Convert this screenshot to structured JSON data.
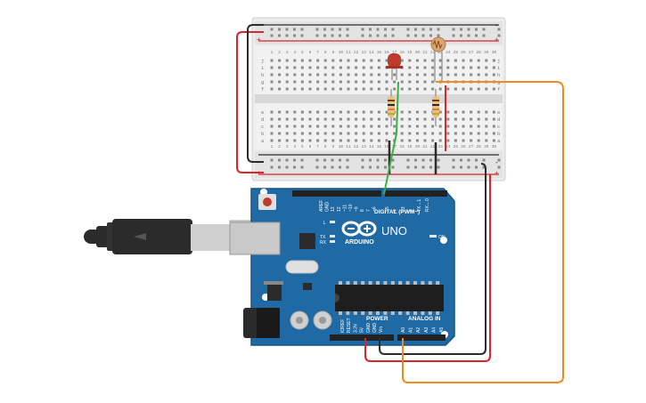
{
  "board": {
    "brand": "ARDUINO",
    "model": "UNO",
    "digital_label": "DIGITAL (PWM~)",
    "power_label": "POWER",
    "analog_label": "ANALOG IN",
    "on_label": "ON",
    "tx_label": "TX",
    "rx_label": "RX",
    "l_label": "L",
    "digital_pins": [
      "AREF",
      "GND",
      "13",
      "12",
      "~11",
      "~10",
      "~9",
      "8",
      "7",
      "~6",
      "~5",
      "4",
      "~3",
      "2",
      "TX→1",
      "RX←0"
    ],
    "power_pins": [
      "IOREF",
      "RESET",
      "3.3V",
      "5V",
      "GND",
      "GND",
      "Vin"
    ],
    "analog_pins": [
      "A0",
      "A1",
      "A2",
      "A3",
      "A4",
      "A5"
    ]
  },
  "breadboard": {
    "rail_plus": "+",
    "rail_minus": "-",
    "row_letters_top": [
      "j",
      "i",
      "h",
      "g",
      "f"
    ],
    "row_letters_bottom": [
      "e",
      "d",
      "c",
      "b",
      "a"
    ],
    "columns": 30
  },
  "components": {
    "led": {
      "color": "#c0392b"
    },
    "photoresistor": {
      "color": "#d9a774"
    },
    "resistors": 2,
    "usb_cable": {
      "color": "#2b2b2b"
    }
  },
  "wires": {
    "power": "#d9262c",
    "ground": "#2b2b2b",
    "signal_digital": "#3cb043",
    "signal_analog": "#f08c1e"
  }
}
